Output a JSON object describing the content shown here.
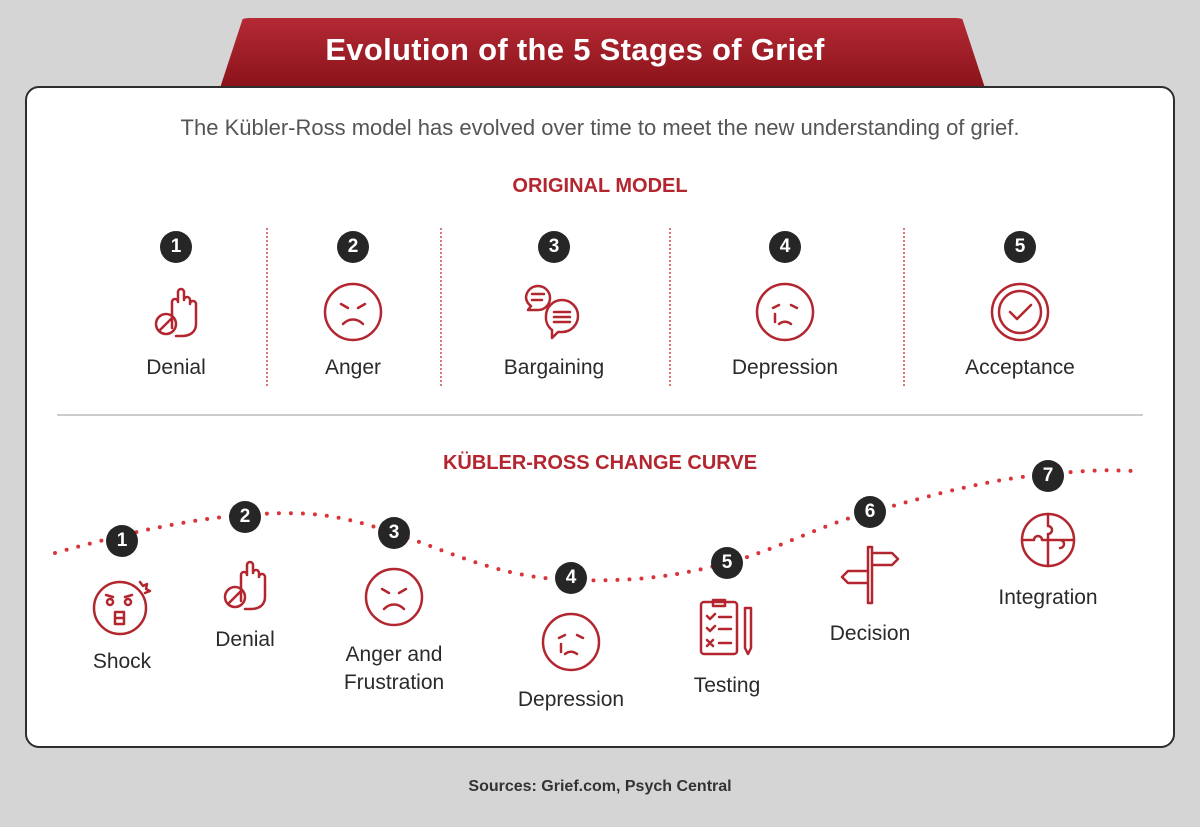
{
  "title": "Evolution of the 5 Stages of Grief",
  "subtitle": "The Kübler-Ross model has evolved over time to meet the new understanding of grief.",
  "original_model": {
    "heading": "ORIGINAL MODEL",
    "stages": [
      {
        "number": "1",
        "label": "Denial",
        "icon": "stop-hand-icon"
      },
      {
        "number": "2",
        "label": "Anger",
        "icon": "angry-face-icon"
      },
      {
        "number": "3",
        "label": "Bargaining",
        "icon": "speech-bubbles-icon"
      },
      {
        "number": "4",
        "label": "Depression",
        "icon": "crying-face-icon"
      },
      {
        "number": "5",
        "label": "Acceptance",
        "icon": "checkmark-circle-icon"
      }
    ]
  },
  "change_curve": {
    "heading": "KÜBLER-ROSS CHANGE CURVE",
    "stages": [
      {
        "number": "1",
        "label": "Shock",
        "icon": "shocked-face-icon"
      },
      {
        "number": "2",
        "label": "Denial",
        "icon": "stop-hand-icon"
      },
      {
        "number": "3",
        "label": "Anger and Frustration",
        "label_line1": "Anger and",
        "label_line2": "Frustration",
        "icon": "angry-face-icon"
      },
      {
        "number": "4",
        "label": "Depression",
        "icon": "crying-face-icon"
      },
      {
        "number": "5",
        "label": "Testing",
        "icon": "checklist-icon"
      },
      {
        "number": "6",
        "label": "Decision",
        "icon": "signpost-icon"
      },
      {
        "number": "7",
        "label": "Integration",
        "icon": "puzzle-icon"
      }
    ]
  },
  "sources": "Sources: Grief.com, Psych Central",
  "colors": {
    "accent": "#b3262f",
    "dots": "#d9343a",
    "badge": "#262626"
  }
}
